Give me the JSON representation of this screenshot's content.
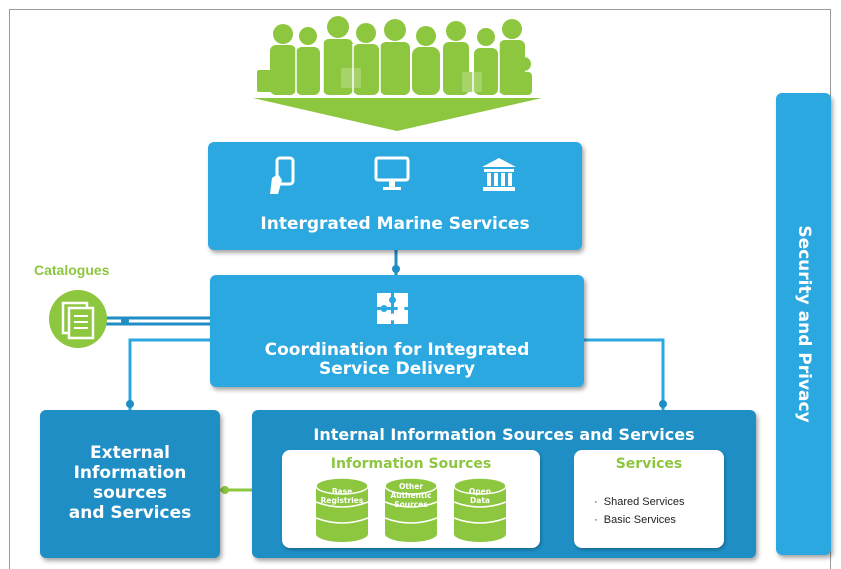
{
  "top_box": {
    "label": "Intergrated Marine Services",
    "icons": [
      "smartphone-icon",
      "monitor-icon",
      "bank-icon"
    ]
  },
  "coordination_box": {
    "label_line1": "Coordination for Integrated",
    "label_line2": "Service Delivery",
    "icon": "puzzle-icon"
  },
  "catalogues": {
    "label": "Catalogues",
    "icon": "documents-icon"
  },
  "external_box": {
    "line1": "External",
    "line2": "Information",
    "line3": "sources",
    "line4": "and Services"
  },
  "internal_box": {
    "title": "Internal Information Sources and Services",
    "information_sources": {
      "title": "Information Sources",
      "databases": [
        {
          "line1": "Base",
          "line2": "Registries",
          "line3": ""
        },
        {
          "line1": "Other",
          "line2": "Authentic",
          "line3": "Sources"
        },
        {
          "line1": "Open",
          "line2": "Data",
          "line3": ""
        }
      ]
    },
    "services": {
      "title": "Services",
      "items": [
        "Shared Services",
        "Basic Services"
      ]
    }
  },
  "security_bar": {
    "label": "Security and Privacy"
  },
  "colors": {
    "primary_blue": "#2ca8e0",
    "dark_blue": "#1e8ec4",
    "green": "#8dc63f"
  }
}
